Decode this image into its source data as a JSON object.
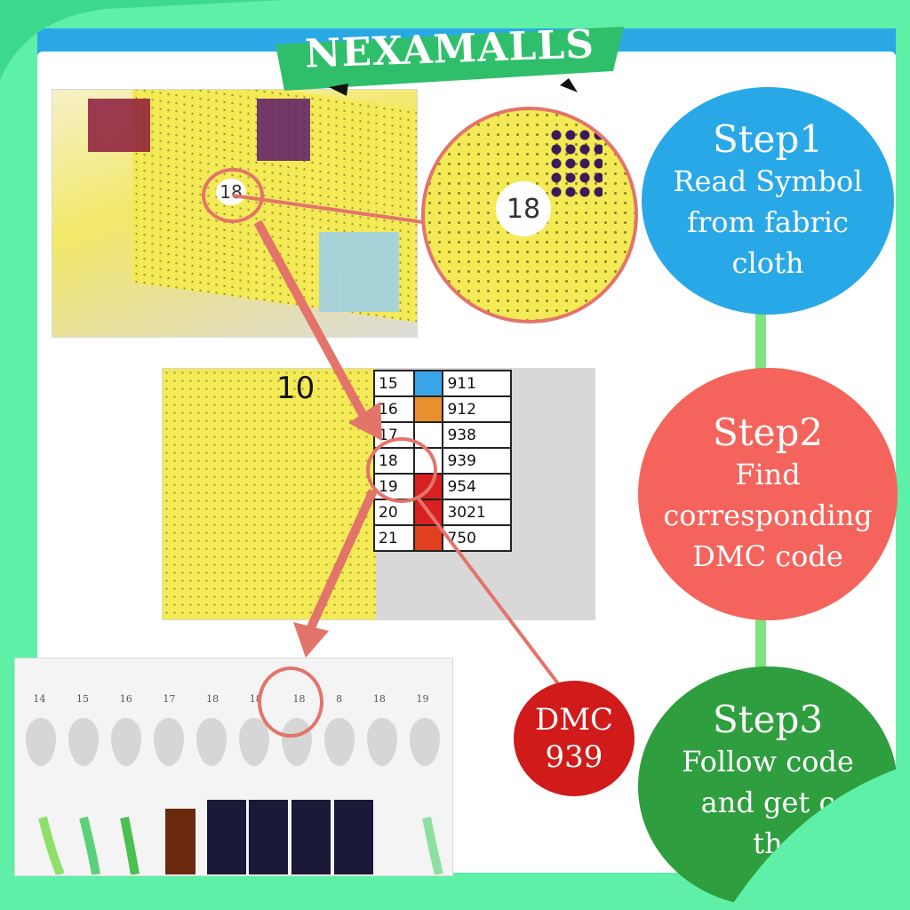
{
  "brand": {
    "name": "NEXAMALLS"
  },
  "steps": [
    {
      "title": "Step1",
      "text": "Read Symbol\nfrom fabric\ncloth"
    },
    {
      "title": "Step2",
      "text": "Find\ncorresponding\nDMC code"
    },
    {
      "title": "Step3",
      "text": "Follow code\nand get c\nth"
    }
  ],
  "symbol_code": "18",
  "partial_code": "10",
  "chart_rows": [
    {
      "num": "15",
      "code": "911",
      "swatch": "#3aa4e8"
    },
    {
      "num": "16",
      "code": "912",
      "swatch": "#e89030"
    },
    {
      "num": "17",
      "code": "938",
      "swatch": "#ffffff"
    },
    {
      "num": "18",
      "code": "939",
      "swatch": "#ffffff"
    },
    {
      "num": "19",
      "code": "954",
      "swatch": "#d82020"
    },
    {
      "num": "20",
      "code": "3021",
      "swatch": "#d82020"
    },
    {
      "num": "21",
      "code": "750",
      "swatch": "#e04020"
    }
  ],
  "dmc_badge": {
    "line1": "DMC",
    "line2": "939"
  },
  "thread_numbers": [
    "14",
    "15",
    "16",
    "17",
    "18",
    "18",
    "18",
    "8",
    "18",
    "19"
  ],
  "colors": {
    "step1": "#29a8e8",
    "step2": "#f4645c",
    "step3": "#2e9e3e",
    "dmc": "#d11a1a",
    "frame": "#5ef0a6",
    "highlight": "#e3746a"
  }
}
